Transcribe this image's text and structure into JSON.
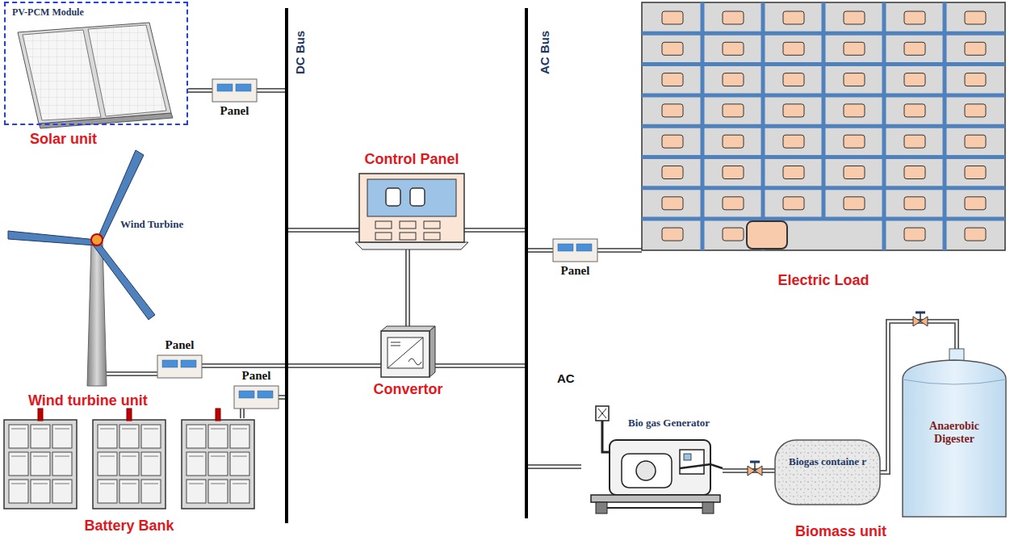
{
  "diagram": {
    "nodes": [
      {
        "text": [
          "PV-PCM Module",
          "Solar unit"
        ]
      },
      {
        "text": [
          "Panel"
        ]
      },
      {
        "text": [
          "DC Bus"
        ]
      },
      {
        "text": [
          "AC Bus"
        ]
      },
      {
        "text": [
          "Control Panel"
        ]
      },
      {
        "text": [
          "Wind Turbine",
          "Wind turbine unit"
        ]
      },
      {
        "text": [
          "Panel"
        ]
      },
      {
        "text": [
          "Convertor"
        ]
      },
      {
        "text": [
          "Battery Bank"
        ]
      },
      {
        "text": [
          "Panel"
        ]
      },
      {
        "text": [
          "Panel"
        ]
      },
      {
        "text": [
          "Electric Load"
        ]
      },
      {
        "text": [
          "Bio gas Generator"
        ]
      },
      {
        "text": [
          "Biogas containe r"
        ]
      },
      {
        "text": [
          "Anaerobic Digester"
        ]
      }
    ],
    "edges": [
      {
        "from": 0,
        "to": 1,
        "arrow": "none"
      },
      {
        "from": 1,
        "to": 2,
        "arrow": "none"
      },
      {
        "from": 5,
        "to": 6,
        "arrow": "none"
      },
      {
        "from": 6,
        "to": 2,
        "arrow": "none"
      },
      {
        "from": 2,
        "to": 7,
        "arrow": "none"
      },
      {
        "from": 7,
        "to": 3,
        "arrow": "none"
      },
      {
        "from": 8,
        "to": 9,
        "arrow": "none"
      },
      {
        "from": 9,
        "to": 2,
        "arrow": "none"
      },
      {
        "from": 2,
        "to": 4,
        "arrow": "none"
      },
      {
        "from": 4,
        "to": 3,
        "arrow": "none"
      },
      {
        "from": 4,
        "to": 7,
        "arrow": "none"
      },
      {
        "from": 3,
        "to": 10,
        "arrow": "none"
      },
      {
        "from": 10,
        "to": 11,
        "arrow": "none"
      },
      {
        "from": 3,
        "to": 12,
        "arrow": "none"
      },
      {
        "from": 12,
        "to": 13,
        "arrow": "none"
      },
      {
        "from": 13,
        "to": 14,
        "arrow": "none"
      }
    ],
    "labels": [
      "AC",
      "Biomass unit"
    ]
  }
}
